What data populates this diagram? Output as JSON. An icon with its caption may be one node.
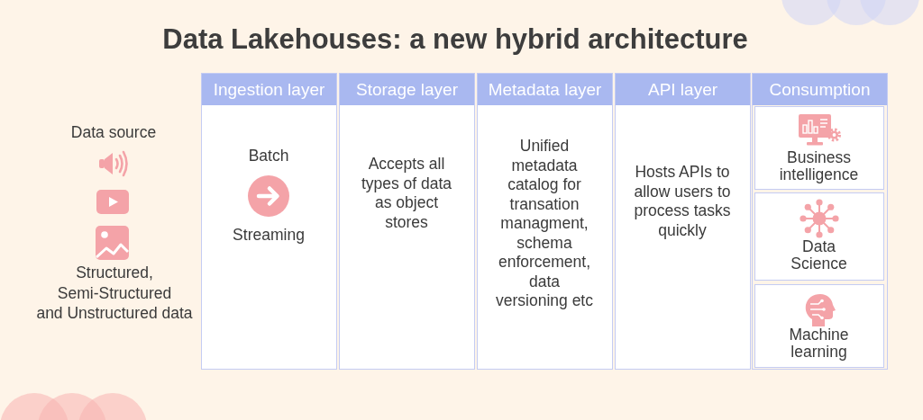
{
  "diagram": {
    "title": "Data Lakehouses: a new hybrid architecture",
    "nodes": [
      {
        "text": [
          "Ingestion layer",
          "Batch",
          "Streaming"
        ]
      },
      {
        "text": [
          "Storage layer",
          "Accepts all types of data as object stores"
        ]
      },
      {
        "text": [
          "Metadata layer",
          "Unified metadata catalog for transation managment, schema enforcement, data versioning etc"
        ]
      },
      {
        "text": [
          "API layer",
          "Hosts APIs to allow users to process tasks quickly"
        ]
      },
      {
        "text": [
          "Consumption"
        ]
      },
      {
        "text": [
          "Business intelligence"
        ],
        "in": 4
      },
      {
        "text": [
          "Data Science"
        ],
        "in": 4
      },
      {
        "text": [
          "Machine learning"
        ],
        "in": 4
      }
    ],
    "labels": [
      "Data source",
      "Structured, Semi-Structured and Unstructured data"
    ]
  }
}
